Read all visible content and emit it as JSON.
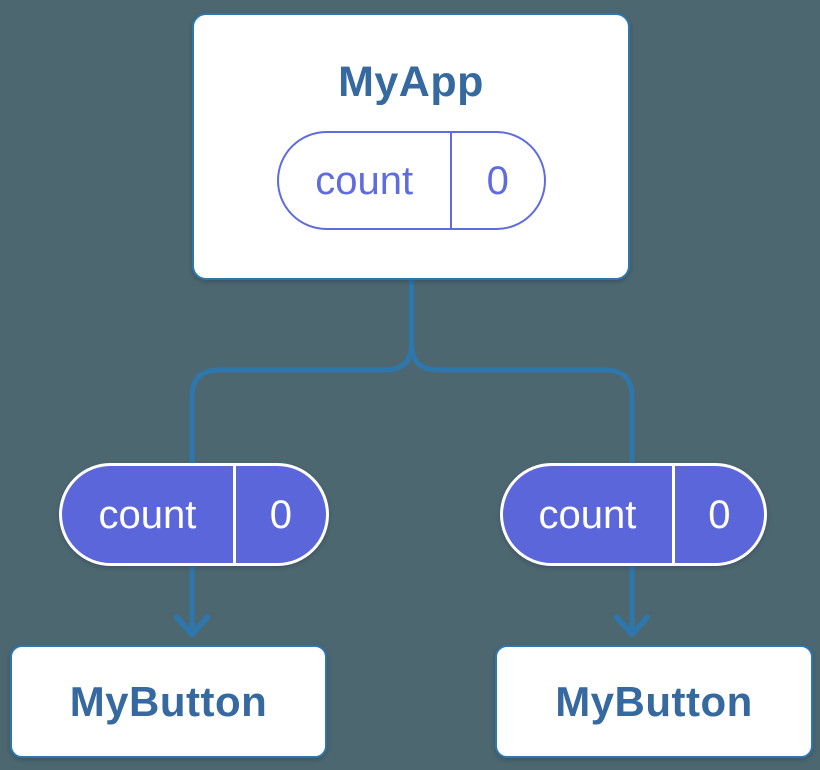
{
  "colors": {
    "background": "#4d6771",
    "connector_blue": "#2e77ad",
    "component_label_blue": "#35699f",
    "state_pill_fill_purple": "#5b66da",
    "state_pill_outline_purple": "#5f6cdd",
    "pill_text_white": "#ffffff",
    "card_white": "#ffffff"
  },
  "diagram": {
    "root": {
      "label": "MyApp",
      "state": {
        "key": "count",
        "value": "0"
      }
    },
    "children": [
      {
        "label": "MyButton",
        "prop": {
          "key": "count",
          "value": "0"
        }
      },
      {
        "label": "MyButton",
        "prop": {
          "key": "count",
          "value": "0"
        }
      }
    ]
  }
}
